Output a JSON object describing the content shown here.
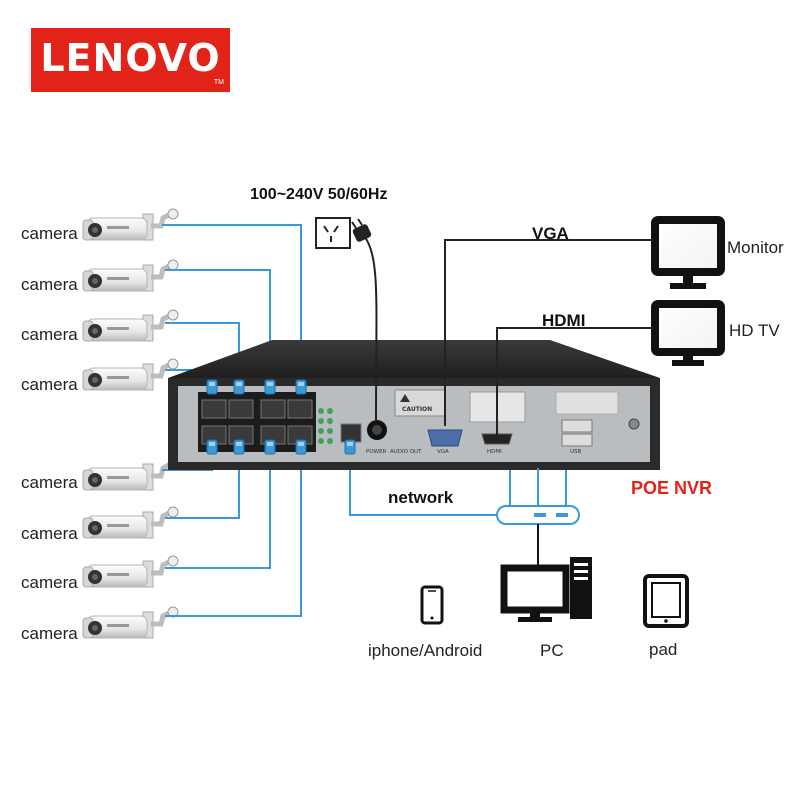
{
  "brand": {
    "logo_text": "LENOVO",
    "trademark": "TM"
  },
  "power": {
    "label": "100~240V 50/60Hz"
  },
  "cameras": [
    {
      "label": "camera"
    },
    {
      "label": "camera"
    },
    {
      "label": "camera"
    },
    {
      "label": "camera"
    },
    {
      "label": "camera"
    },
    {
      "label": "camera"
    },
    {
      "label": "camera"
    },
    {
      "label": "camera"
    }
  ],
  "outputs": {
    "vga_label": "VGA",
    "hdmi_label": "HDMI",
    "monitor_label": "Monitor",
    "hdtv_label": "HD TV"
  },
  "nvr": {
    "title": "POE NVR",
    "caution_text": "CAUTION",
    "port_labels": {
      "power": "POWER",
      "audio": "AUDIO OUT",
      "vga": "VGA",
      "hdmi": "HDMI",
      "usb": "USB"
    }
  },
  "network": {
    "label": "network"
  },
  "clients": [
    {
      "label": "iphone/Android",
      "icon": "phone-icon"
    },
    {
      "label": "PC",
      "icon": "pc-icon"
    },
    {
      "label": "pad",
      "icon": "tablet-icon"
    }
  ],
  "colors": {
    "brand_red": "#e2231a",
    "wire_blue": "#3a9ad9",
    "device_dark": "#2b2b2b"
  }
}
